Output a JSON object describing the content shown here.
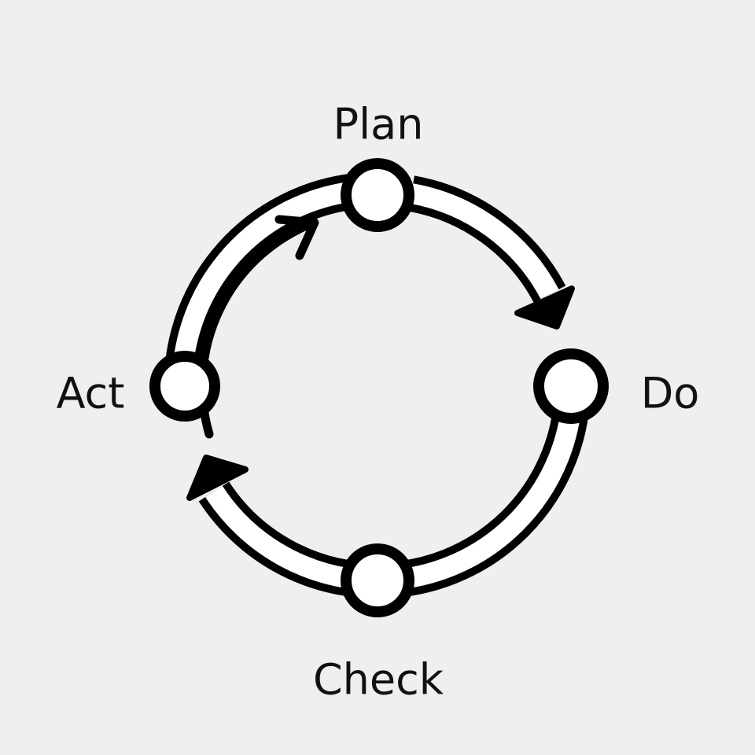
{
  "diagram": {
    "type": "cycle",
    "stages": [
      {
        "label": "Plan"
      },
      {
        "label": "Do"
      },
      {
        "label": "Check"
      },
      {
        "label": "Act"
      }
    ],
    "colors": {
      "background": "#efefef",
      "stroke": "#000000",
      "fill": "#ffffff",
      "text": "#111111"
    }
  }
}
